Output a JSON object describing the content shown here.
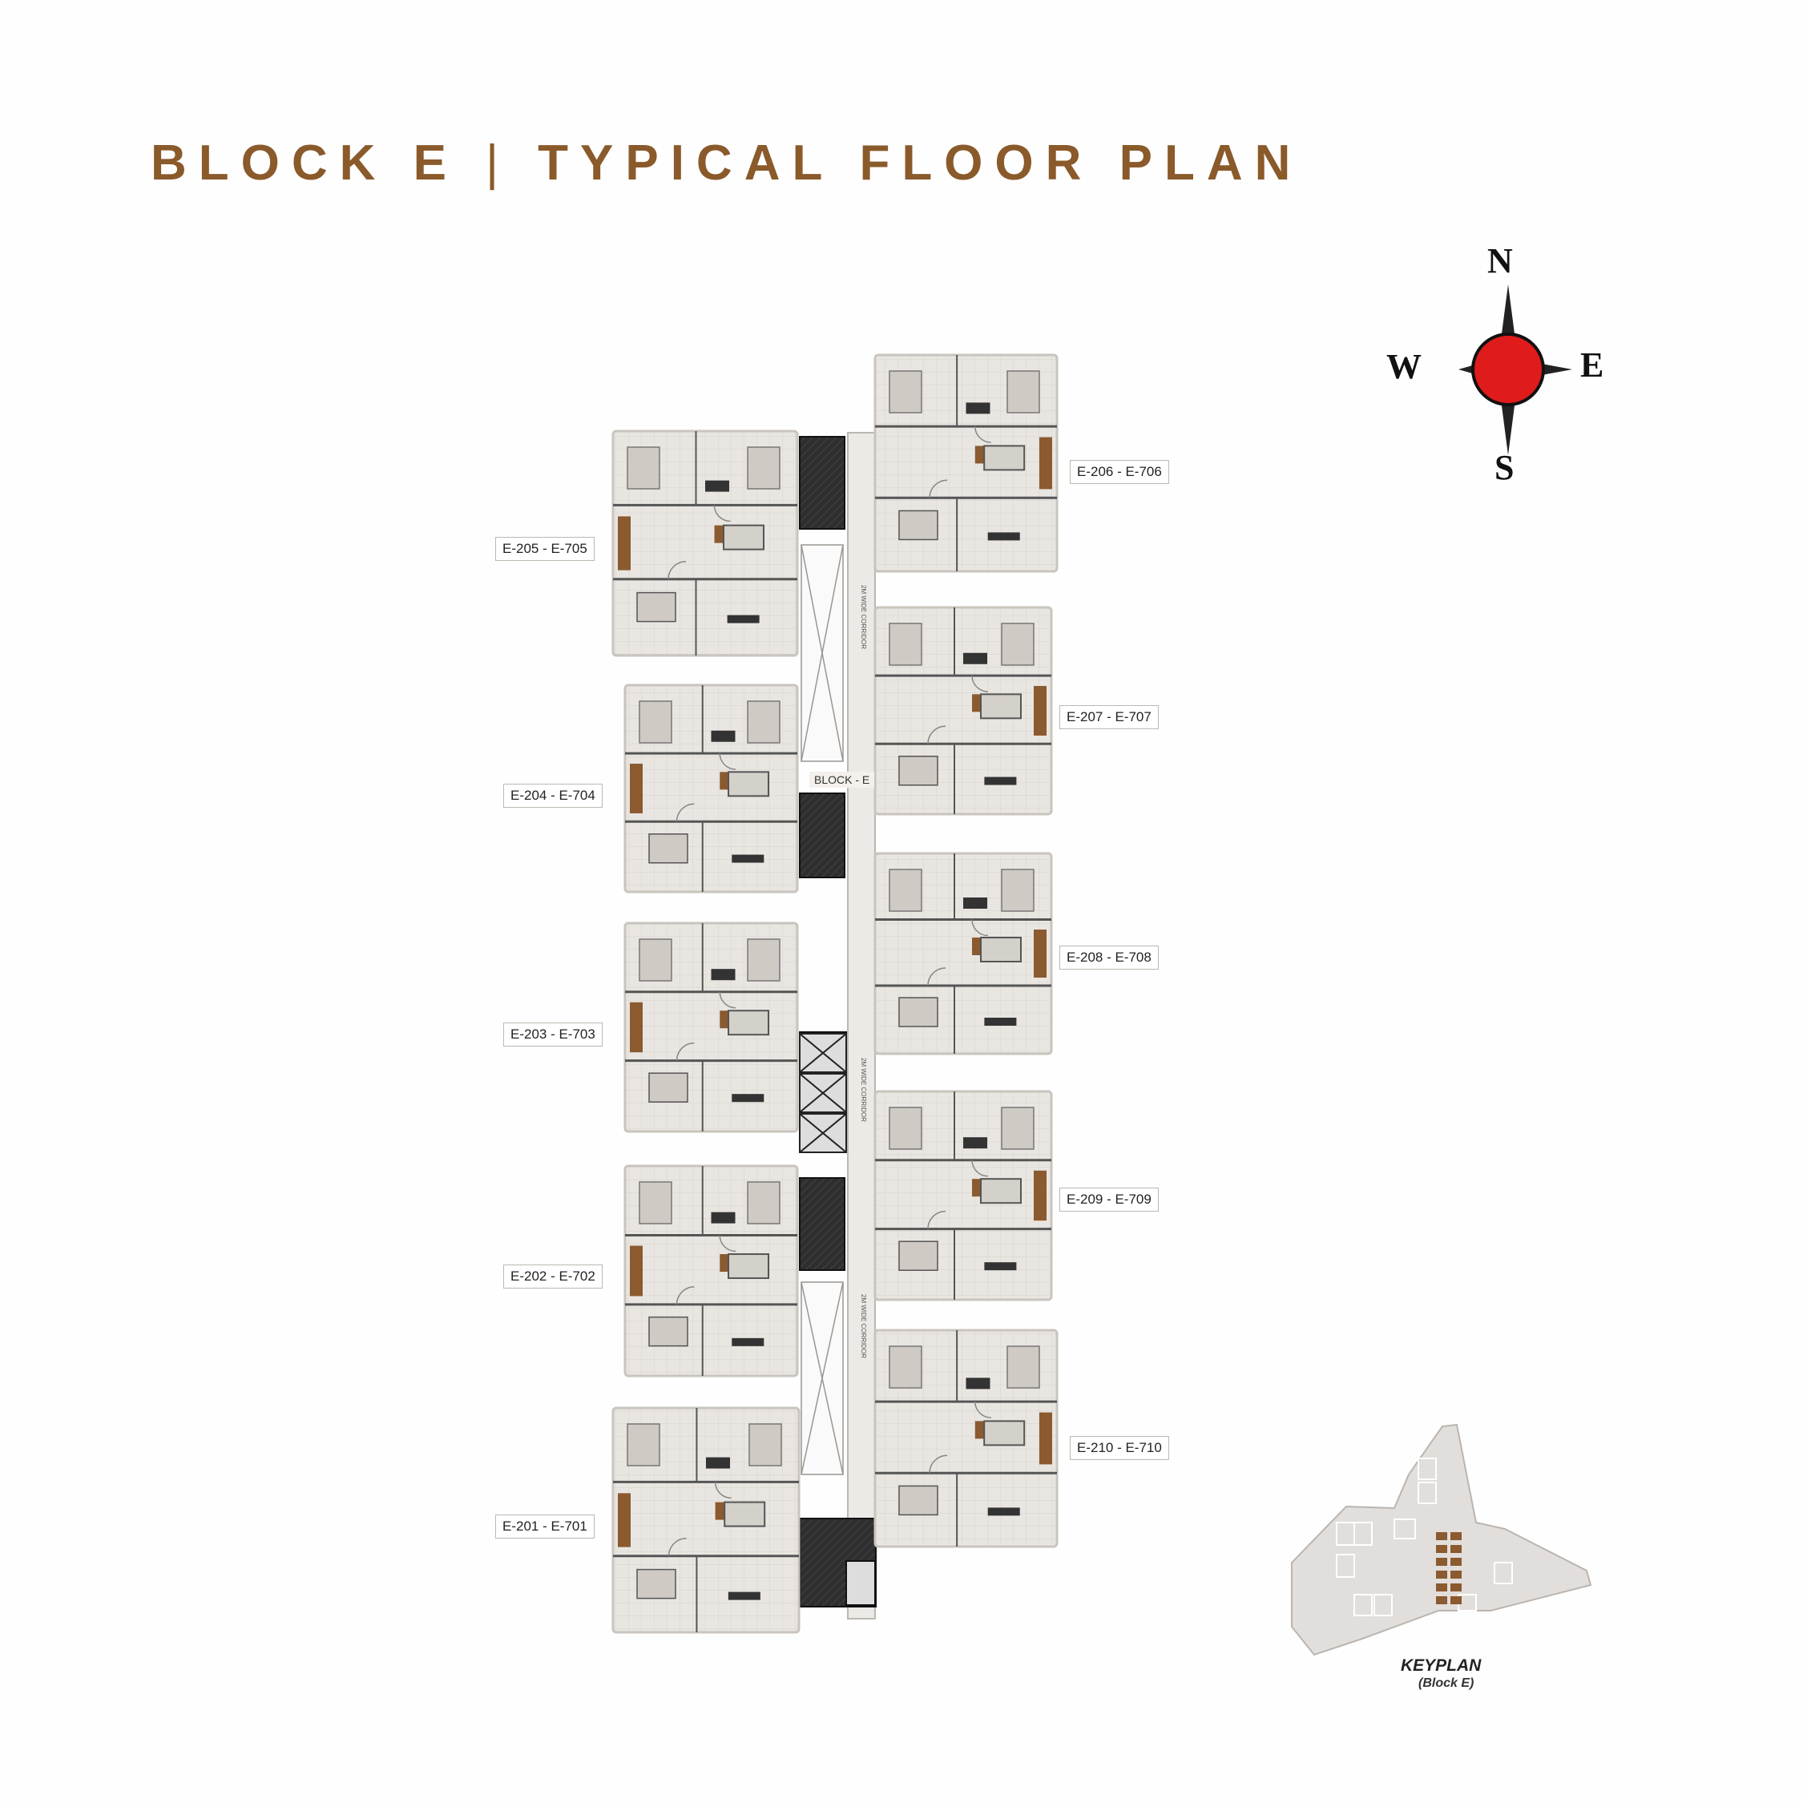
{
  "title": {
    "block": "BLOCK E",
    "separator": "|",
    "plan_name": "TYPICAL FLOOR PLAN",
    "color": "#8a5a2b"
  },
  "compass": {
    "north": "N",
    "south": "S",
    "east": "E",
    "west": "W",
    "center_color": "#e01b1b"
  },
  "units": {
    "west": [
      "E-205 - E-705",
      "E-204 - E-704",
      "E-203 - E-703",
      "E-202 - E-702",
      "E-201 - E-701"
    ],
    "east": [
      "E-206 - E-706",
      "E-207 - E-707",
      "E-208 - E-708",
      "E-209 - E-709",
      "E-210 - E-710"
    ]
  },
  "core": {
    "block_label": "BLOCK - E",
    "corridor_label": "2M WIDE CORRIDOR"
  },
  "keyplan": {
    "title": "KEYPLAN",
    "subtitle": "(Block E)"
  },
  "colors": {
    "floor": "#e9e6e2",
    "wood": "#8b5a2f",
    "dark_core": "#2b2b2b"
  }
}
